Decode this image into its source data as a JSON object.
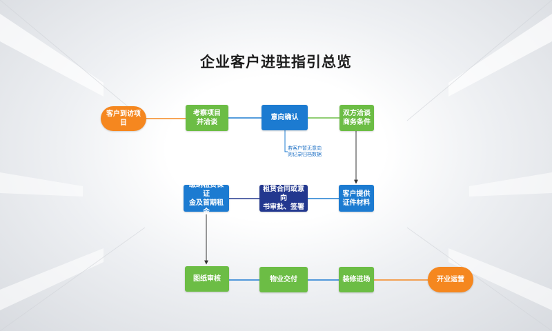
{
  "title": "企业客户进驻指引总览",
  "nodes": {
    "visit": "客户到访项目",
    "inspect": "考察项目\n并洽谈",
    "intent": "意向确认",
    "negotiate": "双方洽谈\n商务条件",
    "provide_docs": "客户提供\n证件材料",
    "contract": "租赁合同或意向\n书审批、签署",
    "deposit": "缴纳租赁保证\n金及首期租金",
    "drawing_review": "图纸审核",
    "handover": "物业交付",
    "renovation": "装修进场",
    "opening": "开业运营"
  },
  "note": "若客户暂无意向\n则记录归档数据",
  "colors": {
    "orange": "#f5871f",
    "green": "#6cbd45",
    "blue": "#1c7bd1",
    "dark_blue": "#23388f"
  }
}
